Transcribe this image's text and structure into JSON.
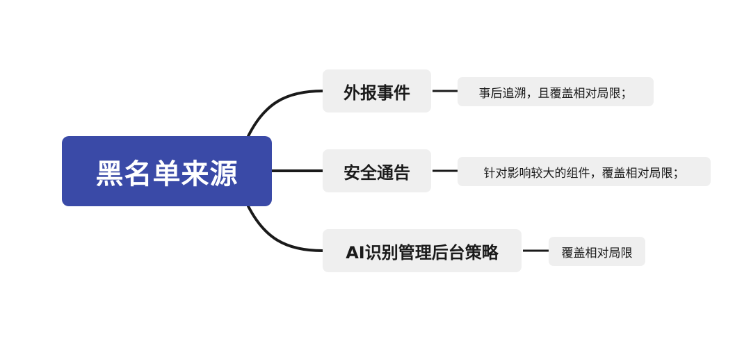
{
  "root": {
    "label": "黑名单来源",
    "color": "#3a4aa7"
  },
  "branches": [
    {
      "label": "外报事件",
      "leaf": "事后追溯，且覆盖相对局限；"
    },
    {
      "label": "安全通告",
      "leaf": "针对影响较大的组件，覆盖相对局限；"
    },
    {
      "label": "AI识别管理后台策略",
      "leaf": "覆盖相对局限"
    }
  ],
  "colors": {
    "node_background": "#efefef",
    "connector": "#1a1a1a"
  }
}
